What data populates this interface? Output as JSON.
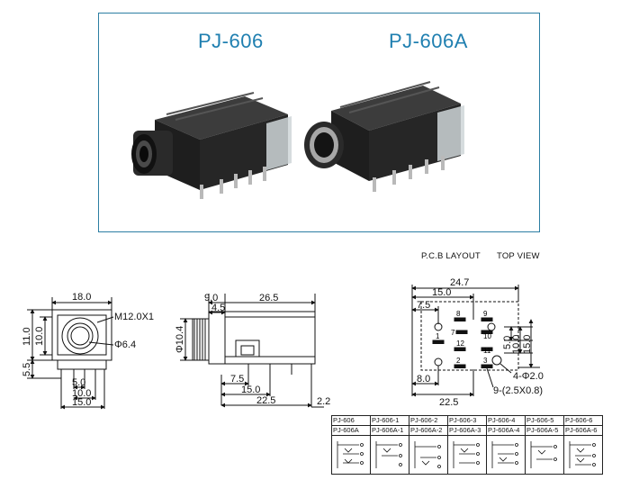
{
  "photo_panel": {
    "title_left": "PJ-606",
    "title_right": "PJ-606A"
  },
  "pcb_layout": {
    "heading_1": "P.C.B LAYOUT",
    "heading_2": "TOP VIEW",
    "dims": {
      "d1": "24.7",
      "d2": "15.0",
      "d3": "7.5",
      "d4": "5.0",
      "d5": "10.0",
      "d6": "15.0",
      "d7": "8.0",
      "d8": "22.5",
      "holes_round": "4-Φ2.0",
      "holes_slot": "9-(2.5X0.8)"
    },
    "pin_numbers": [
      "8",
      "9",
      "7",
      "10",
      "1",
      "12",
      "11",
      "2",
      "3"
    ]
  },
  "front_view": {
    "dims": {
      "width_top": "18.0",
      "thread": "M12.0X1",
      "height_outer": "11.0",
      "height_inner": "10.0",
      "bore": "Φ6.4",
      "pin_length": "5.5",
      "pitch_5": "5.0",
      "pitch_10": "10.0",
      "pitch_15": "15.0"
    }
  },
  "side_view": {
    "dims": {
      "d9": "9.0",
      "d26_5": "26.5",
      "d4_5": "4.5",
      "dia_10_4": "Φ10.4",
      "d7_5": "7.5",
      "d15": "15.0",
      "d22_5": "22.5",
      "d2_2": "2.2"
    }
  },
  "variants": {
    "row1": [
      "PJ-606",
      "PJ-606-1",
      "PJ-606-2",
      "PJ-606-3",
      "PJ-606-4",
      "PJ-606-5",
      "PJ-606-6"
    ],
    "row2": [
      "PJ-606A",
      "PJ-606A-1",
      "PJ-606A-2",
      "PJ-606A-3",
      "PJ-606A-4",
      "PJ-606A-5",
      "PJ-606A-6"
    ]
  }
}
